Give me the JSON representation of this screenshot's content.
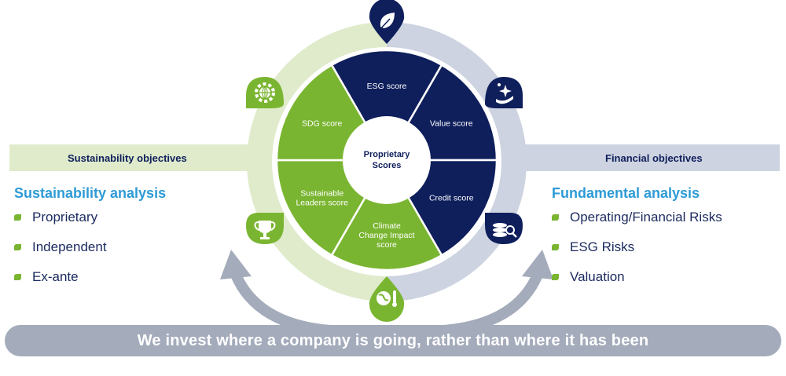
{
  "center": {
    "line1": "Proprietary",
    "line2": "Scores"
  },
  "segments": [
    {
      "lines": [
        "ESG score"
      ],
      "color": "#0f1f5c"
    },
    {
      "lines": [
        "Value score"
      ],
      "color": "#0f1f5c"
    },
    {
      "lines": [
        "Credit score"
      ],
      "color": "#0f1f5c"
    },
    {
      "lines": [
        "Climate",
        "Change Impact",
        "score"
      ],
      "color": "#7ab531"
    },
    {
      "lines": [
        "Sustainable",
        "Leaders score"
      ],
      "color": "#7ab531"
    },
    {
      "lines": [
        "SDG score"
      ],
      "color": "#7ab531"
    }
  ],
  "left_band": {
    "label": "Sustainability objectives",
    "color": "#dfebcb"
  },
  "right_band": {
    "label": "Financial objectives",
    "color": "#cdd3e0"
  },
  "left_panel": {
    "heading": "Sustainability analysis",
    "heading_color": "#2e9bd6",
    "items": [
      "Proprietary",
      "Independent",
      "Ex-ante"
    ]
  },
  "right_panel": {
    "heading": "Fundamental analysis",
    "heading_color": "#2e9bd6",
    "items": [
      "Operating/Financial Risks",
      "ESG Risks",
      "Valuation"
    ]
  },
  "tagline": "We invest where a company is going, rather than where it has been",
  "icons": [
    "leaf-icon",
    "sparkle-hand-icon",
    "coins-magnifier-icon",
    "globe-thermometer-icon",
    "trophy-icon",
    "gear-globe-icon"
  ],
  "colors": {
    "navy": "#0f1f5c",
    "green": "#7ab531",
    "gray": "#a4abbb"
  }
}
